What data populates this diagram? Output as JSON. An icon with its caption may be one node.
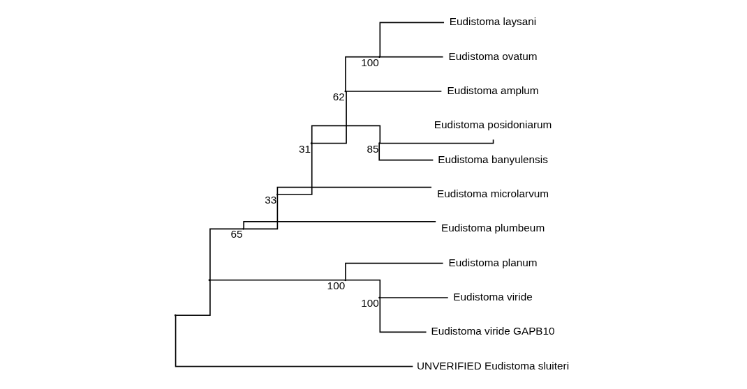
{
  "diagram": {
    "nodes": [
      {
        "text": [],
        "shape": "point"
      },
      {
        "text": [],
        "shape": "point"
      },
      {
        "text": [],
        "shape": "point",
        "beside": [
          "65"
        ]
      },
      {
        "text": [],
        "shape": "point",
        "beside": [
          "33"
        ]
      },
      {
        "text": [],
        "shape": "point",
        "beside": [
          "31"
        ]
      },
      {
        "text": [],
        "shape": "point",
        "beside": [
          "62"
        ]
      },
      {
        "text": [],
        "shape": "point",
        "beside": [
          "100"
        ]
      },
      {
        "text": [
          "Eudistoma laysani"
        ]
      },
      {
        "text": [
          "Eudistoma ovatum"
        ]
      },
      {
        "text": [
          "Eudistoma amplum"
        ]
      },
      {
        "text": [],
        "shape": "point",
        "beside": [
          "85"
        ]
      },
      {
        "text": [
          "Eudistoma posidoniarum"
        ]
      },
      {
        "text": [
          "Eudistoma banyulensis"
        ]
      },
      {
        "text": [
          "Eudistoma microlarvum"
        ]
      },
      {
        "text": [
          "Eudistoma plumbeum"
        ]
      },
      {
        "text": [],
        "shape": "point",
        "beside": [
          "100"
        ]
      },
      {
        "text": [
          "Eudistoma planum"
        ]
      },
      {
        "text": [],
        "shape": "point",
        "beside": [
          "100"
        ]
      },
      {
        "text": [
          "Eudistoma viride"
        ]
      },
      {
        "text": [
          "Eudistoma viride GAPB10"
        ]
      },
      {
        "text": [
          "UNVERIFIED Eudistoma sluiteri"
        ]
      }
    ],
    "edges": [
      {
        "from": 0,
        "to": 1,
        "arrow": "none"
      },
      {
        "from": 1,
        "to": 2,
        "arrow": "none"
      },
      {
        "from": 2,
        "to": 3,
        "arrow": "none"
      },
      {
        "from": 3,
        "to": 4,
        "arrow": "none"
      },
      {
        "from": 4,
        "to": 5,
        "arrow": "none"
      },
      {
        "from": 5,
        "to": 6,
        "arrow": "none"
      },
      {
        "from": 6,
        "to": 7,
        "arrow": "none"
      },
      {
        "from": 6,
        "to": 8,
        "arrow": "none"
      },
      {
        "from": 5,
        "to": 9,
        "arrow": "none"
      },
      {
        "from": 4,
        "to": 10,
        "arrow": "none"
      },
      {
        "from": 10,
        "to": 11,
        "arrow": "none"
      },
      {
        "from": 10,
        "to": 12,
        "arrow": "none"
      },
      {
        "from": 3,
        "to": 13,
        "arrow": "none"
      },
      {
        "from": 2,
        "to": 14,
        "arrow": "none"
      },
      {
        "from": 1,
        "to": 15,
        "arrow": "none"
      },
      {
        "from": 15,
        "to": 16,
        "arrow": "none"
      },
      {
        "from": 15,
        "to": 17,
        "arrow": "none"
      },
      {
        "from": 17,
        "to": 18,
        "arrow": "none"
      },
      {
        "from": 17,
        "to": 19,
        "arrow": "none"
      },
      {
        "from": 0,
        "to": 20,
        "arrow": "none"
      }
    ]
  }
}
